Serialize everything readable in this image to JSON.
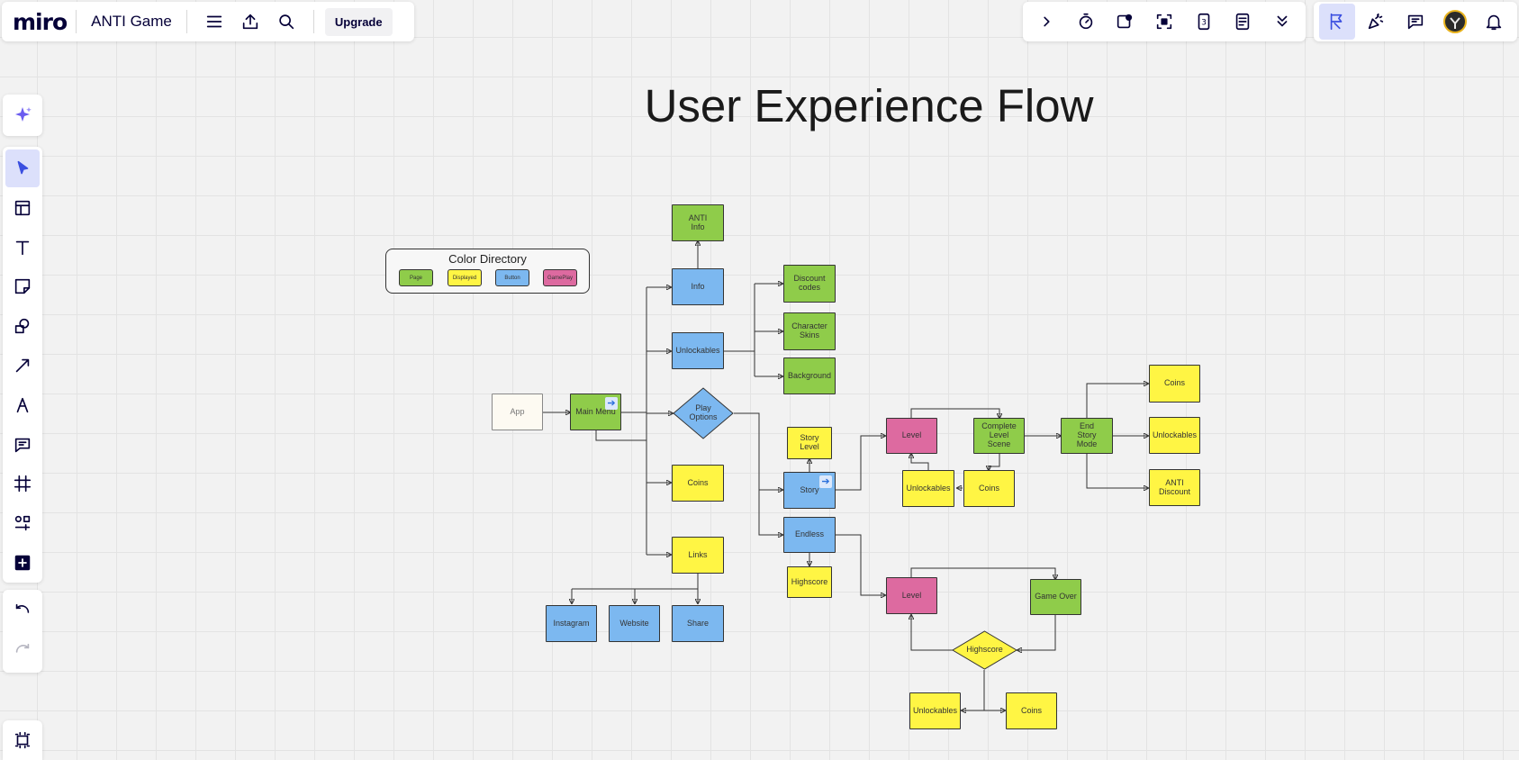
{
  "app": {
    "logo_text": "miro",
    "board_name": "ANTI Game",
    "upgrade_label": "Upgrade"
  },
  "canvas": {
    "title": "User Experience Flow",
    "legend": {
      "title": "Color Directory",
      "items": [
        "Page",
        "Displayed",
        "Button",
        "GamePlay"
      ]
    },
    "colors": {
      "page": "#8fcc4a",
      "displayed": "#fff544",
      "button": "#7cb8f0",
      "gameplay": "#dd6aa0"
    },
    "nodes": {
      "app": "App",
      "main_menu": "Main Menu",
      "anti_info": "ANTI\nInfo",
      "info": "Info",
      "unlockables": "Unlockables",
      "play_options": "Play\nOptions",
      "coins": "Coins",
      "links": "Links",
      "instagram": "Instagram",
      "website": "Website",
      "share": "Share",
      "discount_codes": "Discount\ncodes",
      "character_skins": "Character\nSkins",
      "background": "Background",
      "story_level": "Story\nLevel",
      "story": "Story",
      "endless": "Endless",
      "highscore_display": "Highscore",
      "level_story": "Level",
      "complete_level_scene": "Complete\nLevel\nScene",
      "end_story_mode": "End\nStory\nMode",
      "story_unlockables": "Unlockables",
      "story_coins": "Coins",
      "end_coins": "Coins",
      "end_unlockables": "Unlockables",
      "anti_discount": "ANTI\nDiscount",
      "level_endless": "Level",
      "game_over": "Game Over",
      "highscore_decision": "Highscore",
      "endless_unlockables": "Unlockables",
      "endless_coins": "Coins"
    }
  }
}
